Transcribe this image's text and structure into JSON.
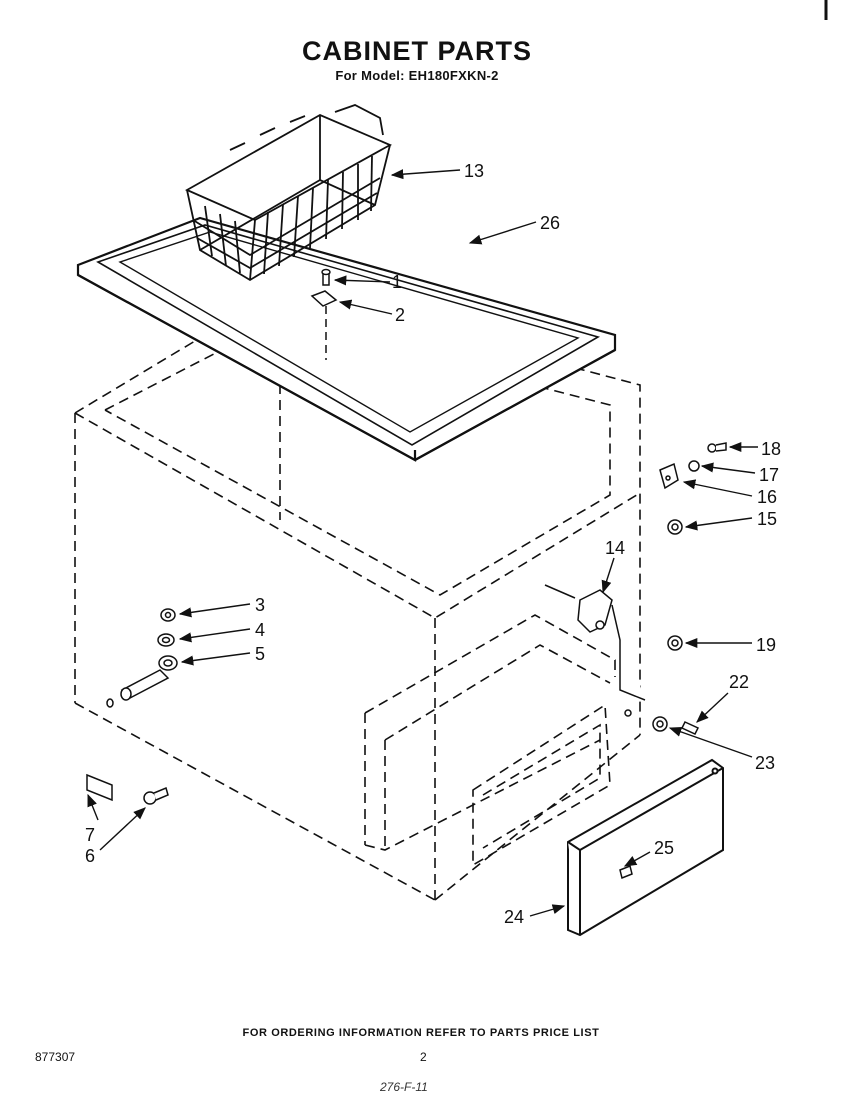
{
  "header": {
    "title": "CABINET PARTS",
    "subtitle": "For Model: EH180FXKN-2"
  },
  "footer": {
    "note": "FOR ORDERING INFORMATION REFER TO PARTS PRICE LIST",
    "doc_number": "877307",
    "page_number": "2",
    "handwritten": "276-F-11"
  },
  "callouts": {
    "c1": "1",
    "c2": "2",
    "c3": "3",
    "c4": "4",
    "c5": "5",
    "c6": "6",
    "c7": "7",
    "c13": "13",
    "c14": "14",
    "c15": "15",
    "c16": "16",
    "c17": "17",
    "c18": "18",
    "c19": "19",
    "c22": "22",
    "c23": "23",
    "c24": "24",
    "c25": "25",
    "c26": "26"
  }
}
